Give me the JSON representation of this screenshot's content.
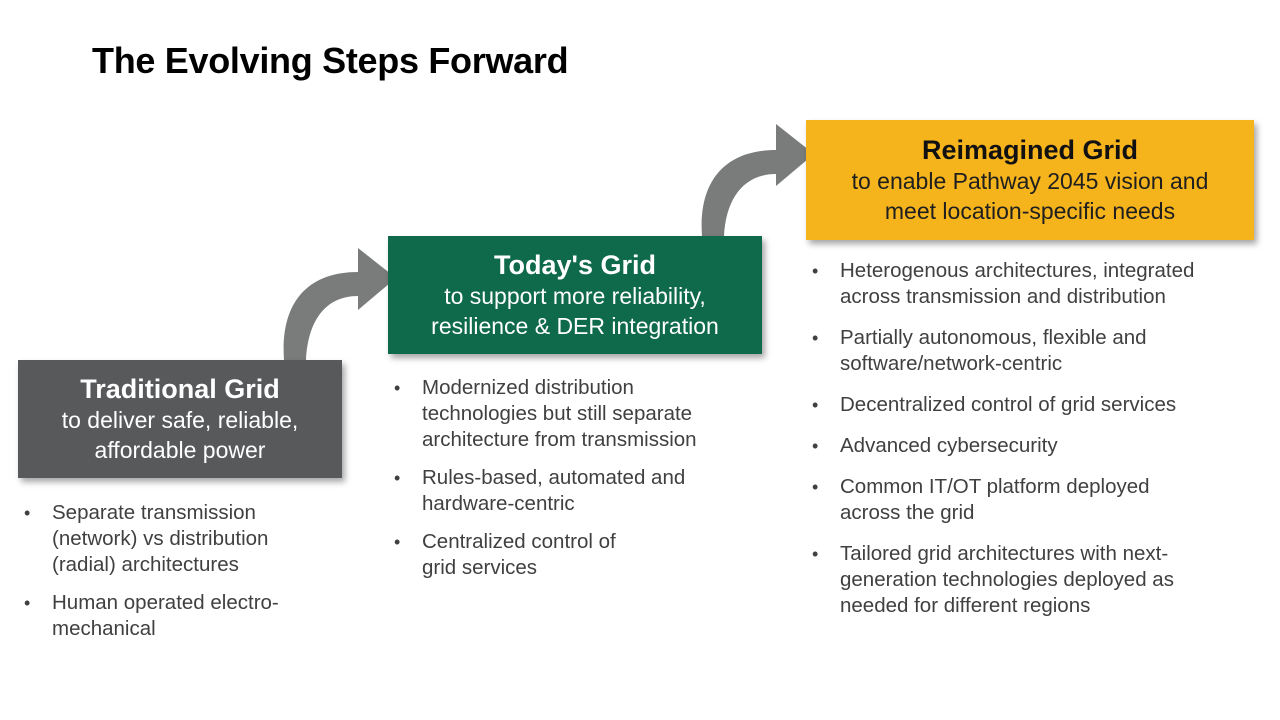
{
  "title": "The Evolving Steps Forward",
  "colors": {
    "traditional": "#58595b",
    "today": "#0f6a4c",
    "reimagined": "#f5b31c",
    "arrow": "#7a7c7c"
  },
  "stages": [
    {
      "title": "Traditional Grid",
      "subtitle_lines": [
        "to deliver safe, reliable,",
        "affordable power"
      ],
      "bullets": [
        [
          "Separate transmission",
          "(network) vs distribution",
          "(radial) architectures"
        ],
        [
          "Human operated electro-",
          "mechanical"
        ]
      ]
    },
    {
      "title": "Today's Grid",
      "subtitle_lines": [
        "to support more reliability,",
        "resilience & DER integration"
      ],
      "bullets": [
        [
          "Modernized distribution",
          "technologies but still separate",
          "architecture from transmission"
        ],
        [
          "Rules-based, automated and",
          "hardware-centric"
        ],
        [
          "Centralized control of",
          "grid services"
        ]
      ]
    },
    {
      "title": "Reimagined Grid",
      "subtitle_lines": [
        "to enable Pathway 2045 vision and",
        "meet location-specific needs"
      ],
      "bullets": [
        [
          "Heterogenous architectures, integrated",
          "across transmission and distribution"
        ],
        [
          "Partially autonomous, flexible and",
          "software/network-centric"
        ],
        [
          "Decentralized control of grid services"
        ],
        [
          "Advanced cybersecurity"
        ],
        [
          "Common IT/OT platform deployed",
          "across the grid"
        ],
        [
          "Tailored grid architectures with next-",
          "generation technologies deployed as",
          "needed for different regions"
        ]
      ]
    }
  ]
}
